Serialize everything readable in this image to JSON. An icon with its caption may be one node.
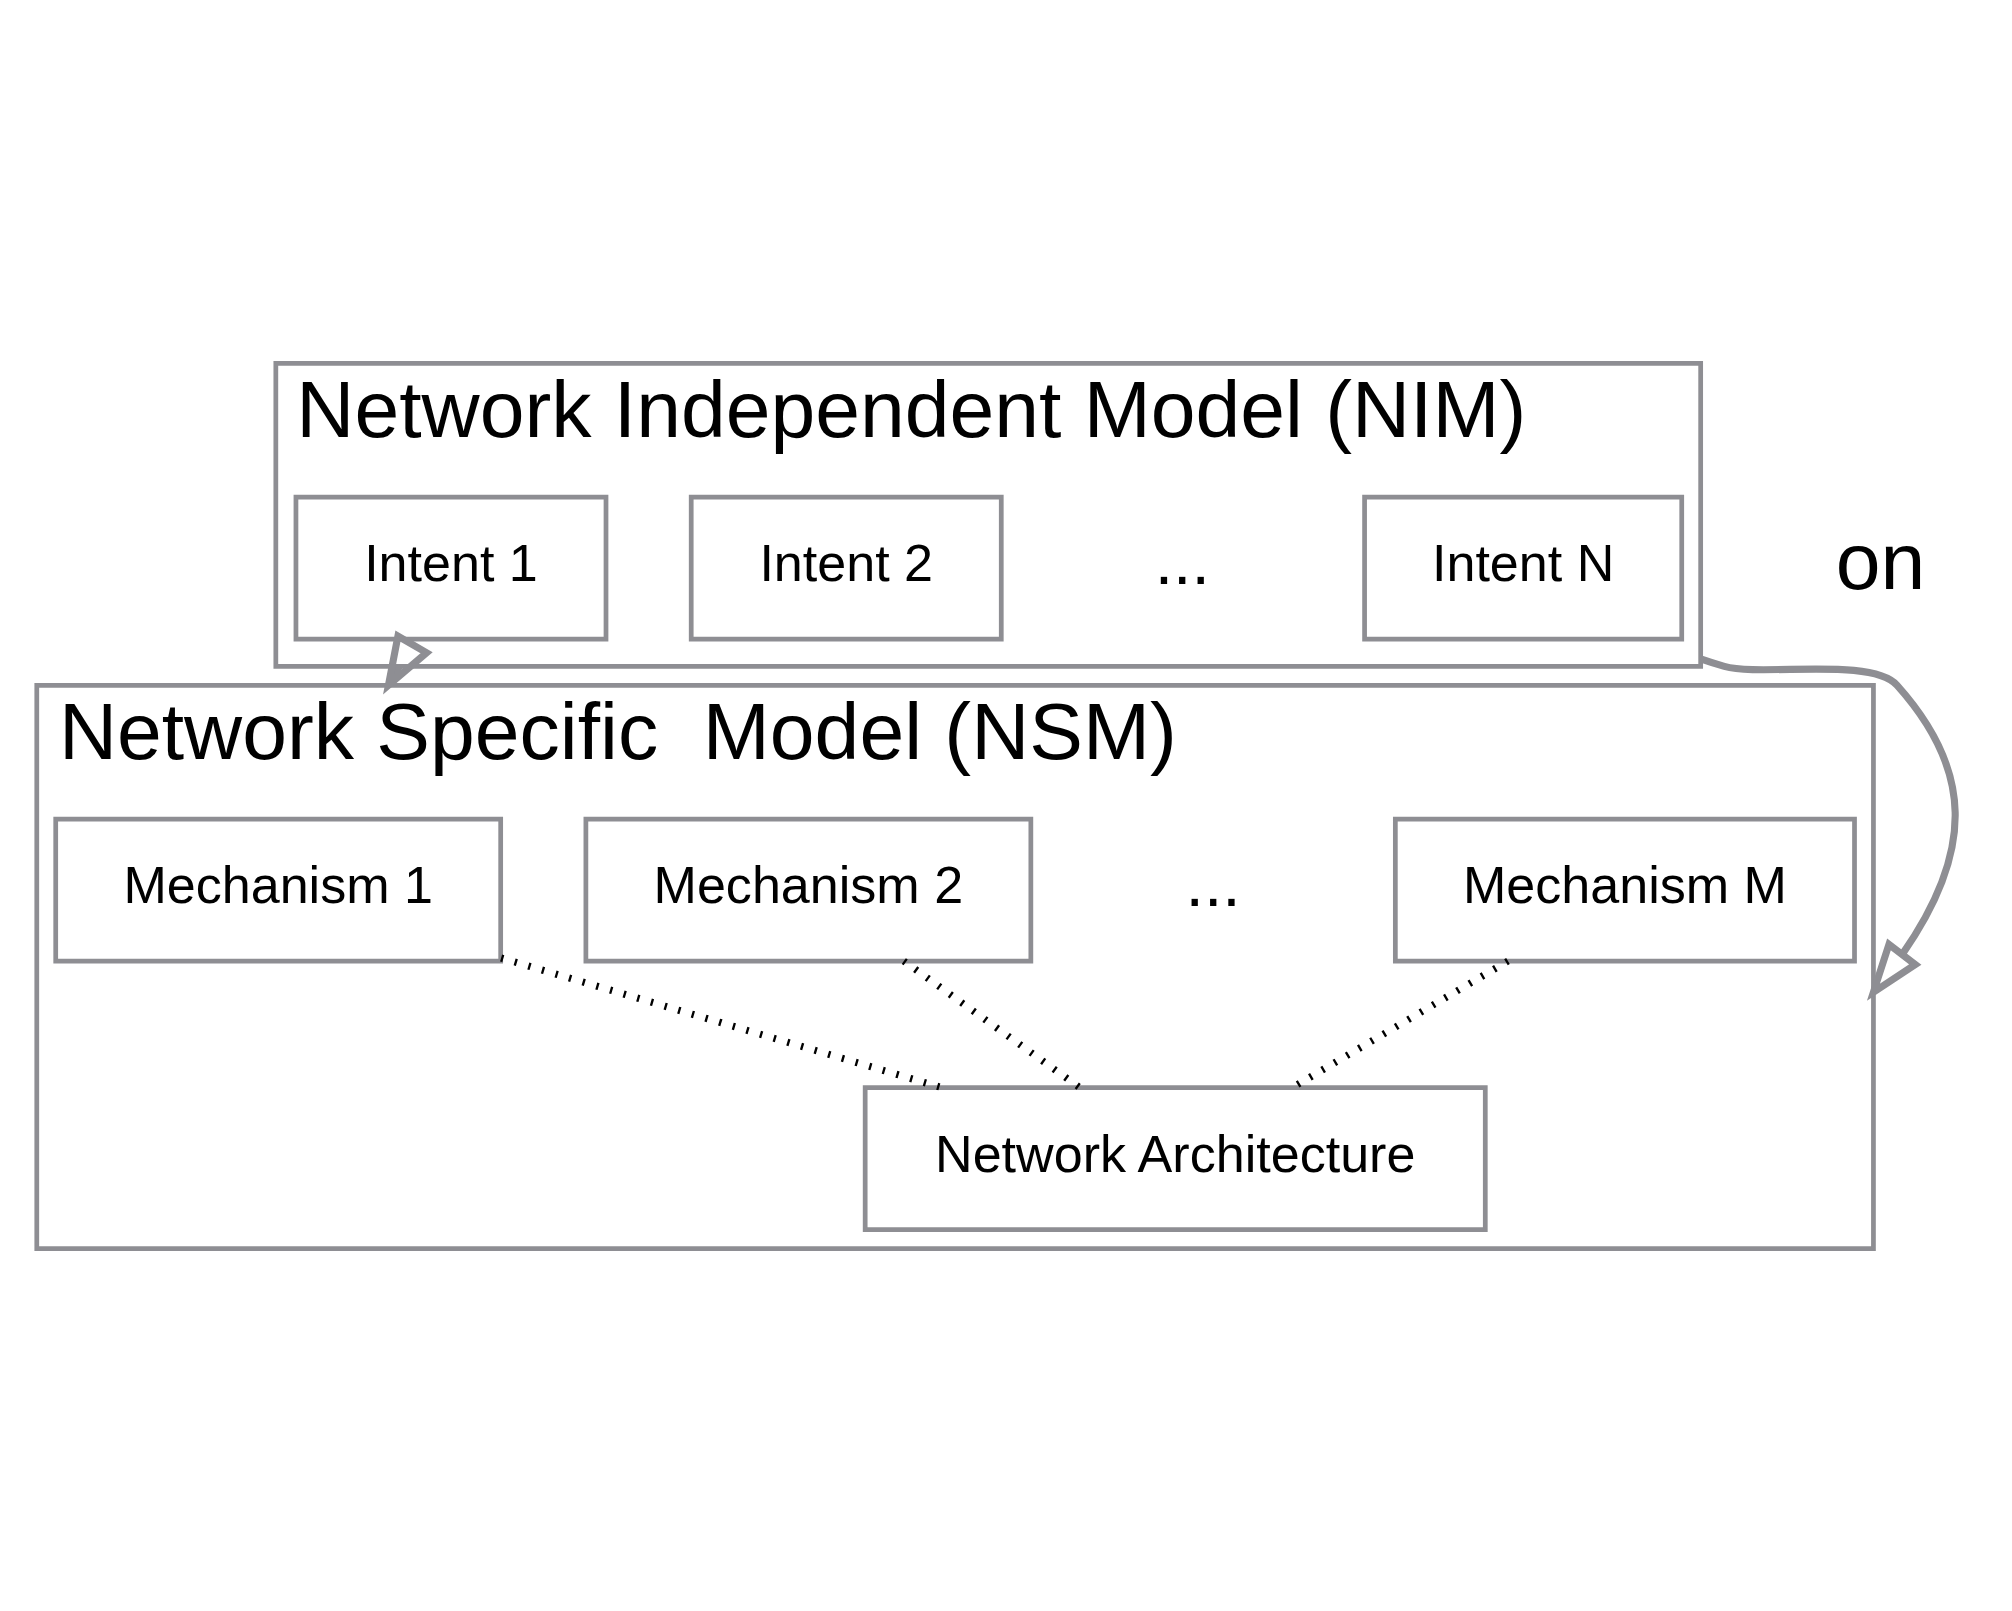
{
  "diagram": {
    "nodes": [
      {
        "text": [
          "Network Independent Model (NIM)"
        ]
      },
      {
        "text": [
          "Intent 1"
        ],
        "in": 0
      },
      {
        "text": [
          "Intent 2"
        ],
        "in": 0
      },
      {
        "text": [
          "Intent N"
        ],
        "in": 0
      },
      {
        "text": [
          "Network Specific  Model (NSM)"
        ]
      },
      {
        "text": [
          "Mechanism 1"
        ],
        "in": 4
      },
      {
        "text": [
          "Mechanism 2"
        ],
        "in": 4
      },
      {
        "text": [
          "Mechanism M"
        ],
        "in": 4
      },
      {
        "text": [
          "Network Architecture"
        ],
        "in": 4
      }
    ],
    "edges": [
      {
        "from": 0,
        "to": 4,
        "arrow": "to",
        "color": "#8e8e93"
      },
      {
        "from": 0,
        "to": 4,
        "arrow": "to",
        "color": "#8e8e93"
      },
      {
        "from": 5,
        "to": 8,
        "arrow": "none",
        "style": "dashed"
      },
      {
        "from": 6,
        "to": 8,
        "arrow": "none",
        "style": "dashed"
      },
      {
        "from": 7,
        "to": 8,
        "arrow": "none",
        "style": "dashed"
      }
    ],
    "labels": [
      "...",
      "...",
      "on"
    ]
  }
}
